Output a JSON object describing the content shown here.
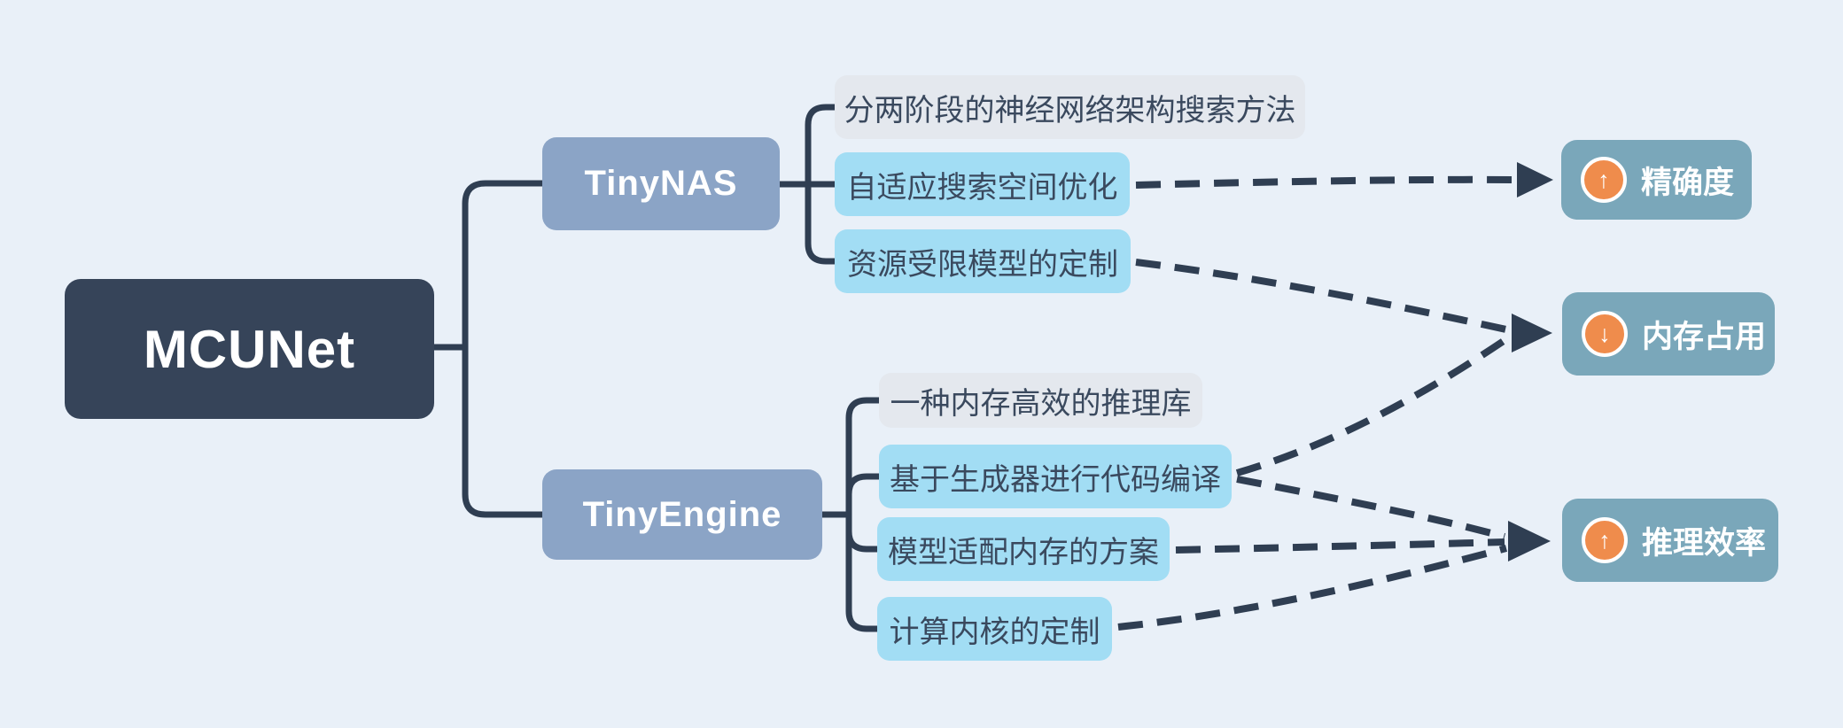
{
  "root": {
    "label": "MCUNet"
  },
  "branches": [
    {
      "label": "TinyNAS",
      "children": [
        {
          "label": "分两阶段的神经网络架构搜索方法",
          "variant": "gray"
        },
        {
          "label": "自适应搜索空间优化",
          "variant": "cyan"
        },
        {
          "label": "资源受限模型的定制",
          "variant": "cyan"
        }
      ]
    },
    {
      "label": "TinyEngine",
      "children": [
        {
          "label": "一种内存高效的推理库",
          "variant": "gray"
        },
        {
          "label": "基于生成器进行代码编译",
          "variant": "cyan"
        },
        {
          "label": "模型适配内存的方案",
          "variant": "cyan"
        },
        {
          "label": "计算内核的定制",
          "variant": "cyan"
        }
      ]
    }
  ],
  "outcomes": [
    {
      "label": "精确度",
      "direction": "up",
      "glyph": "↑",
      "icon": "arrow-up-circle-icon"
    },
    {
      "label": "内存占用",
      "direction": "down",
      "glyph": "↓",
      "icon": "arrow-down-circle-icon"
    },
    {
      "label": "推理效率",
      "direction": "up",
      "glyph": "↑",
      "icon": "arrow-up-circle-icon"
    }
  ],
  "connections": [
    {
      "from": "自适应搜索空间优化",
      "to": "精确度"
    },
    {
      "from": "资源受限模型的定制",
      "to": "内存占用"
    },
    {
      "from": "基于生成器进行代码编译",
      "to": "内存占用"
    },
    {
      "from": "基于生成器进行代码编译",
      "to": "推理效率"
    },
    {
      "from": "模型适配内存的方案",
      "to": "推理效率"
    },
    {
      "from": "计算内核的定制",
      "to": "推理效率"
    }
  ],
  "colors": {
    "background": "#E9F0F8",
    "root_node": "#364459",
    "branch_node": "#8BA4C6",
    "child_cyan": "#A2DDF4",
    "child_gray": "#E4E8EE",
    "outcome_node": "#7AA7BA",
    "badge_orange": "#EF8C4C",
    "connector": "#2F3E52",
    "child_text": "#3A495E",
    "node_text": "#FFFFFF"
  }
}
